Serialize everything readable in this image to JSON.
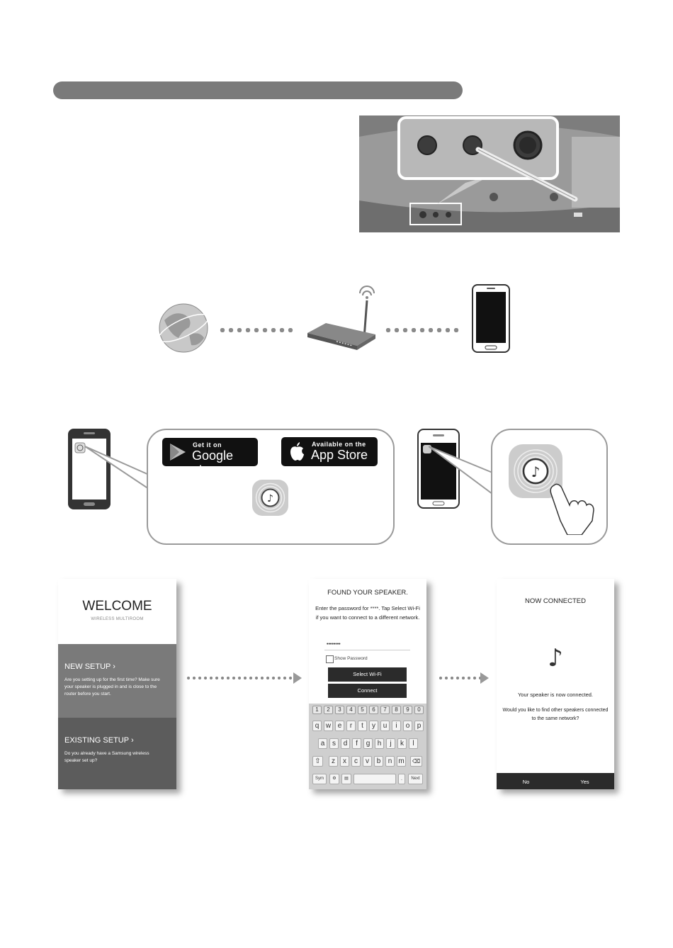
{
  "store_badges": {
    "google": {
      "small": "Get it on",
      "big": "Google play"
    },
    "apple": {
      "small": "Available on the",
      "big": "App Store"
    }
  },
  "welcome_screen": {
    "title": "WELCOME",
    "subtitle": "WIRELESS MULTIROOM",
    "new_setup": {
      "heading": "NEW SETUP",
      "text": "Are you setting up for the first time? Make sure your speaker is plugged in and is close to the router before you start."
    },
    "existing_setup": {
      "heading": "EXISTING SETUP",
      "text": "Do you already have a Samsung wireless speaker set up?"
    }
  },
  "found_screen": {
    "title": "FOUND YOUR SPEAKER.",
    "instructions": "Enter the password for ****. Tap Select Wi-Fi if you want to connect to a different network.",
    "password_value": "••••••••",
    "show_password_label": "Show Password",
    "select_wifi_label": "Select Wi-Fi",
    "connect_label": "Connect",
    "keyboard": {
      "numbers": [
        "1",
        "2",
        "3",
        "4",
        "5",
        "6",
        "7",
        "8",
        "9",
        "0"
      ],
      "row1": [
        "q",
        "w",
        "e",
        "r",
        "t",
        "y",
        "u",
        "i",
        "o",
        "p"
      ],
      "row2": [
        "a",
        "s",
        "d",
        "f",
        "g",
        "h",
        "j",
        "k",
        "l"
      ],
      "row3": [
        "z",
        "x",
        "c",
        "v",
        "b",
        "n",
        "m"
      ],
      "sym_label": "Sym",
      "next_label": "Next"
    }
  },
  "connected_screen": {
    "title": "NOW CONNECTED",
    "message": "Your speaker is now connected.",
    "question": "Would you like to find other speakers connected to the same network?",
    "no_label": "No",
    "yes_label": "Yes"
  }
}
